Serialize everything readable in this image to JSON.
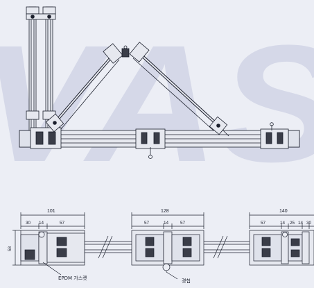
{
  "watermark": "VAS",
  "top_view": {},
  "section_view": {
    "left_segment": {
      "total": "101",
      "parts": [
        "30",
        "14",
        "57"
      ]
    },
    "middle_segment": {
      "total": "128",
      "parts": [
        "57",
        "14",
        "57"
      ]
    },
    "right_segment": {
      "total": "140",
      "parts": [
        "57",
        "14",
        "25",
        "14",
        "30"
      ]
    },
    "height_dim": "58"
  },
  "callouts": {
    "gasket": "EPDM 가스켓",
    "pivot": "경첩"
  },
  "colors": {
    "background": "#eceef5",
    "watermark": "#c7cbe0",
    "line": "#1b1f2c",
    "profile_fill": "#e6e8ef",
    "gasket": "#3a3d48"
  }
}
